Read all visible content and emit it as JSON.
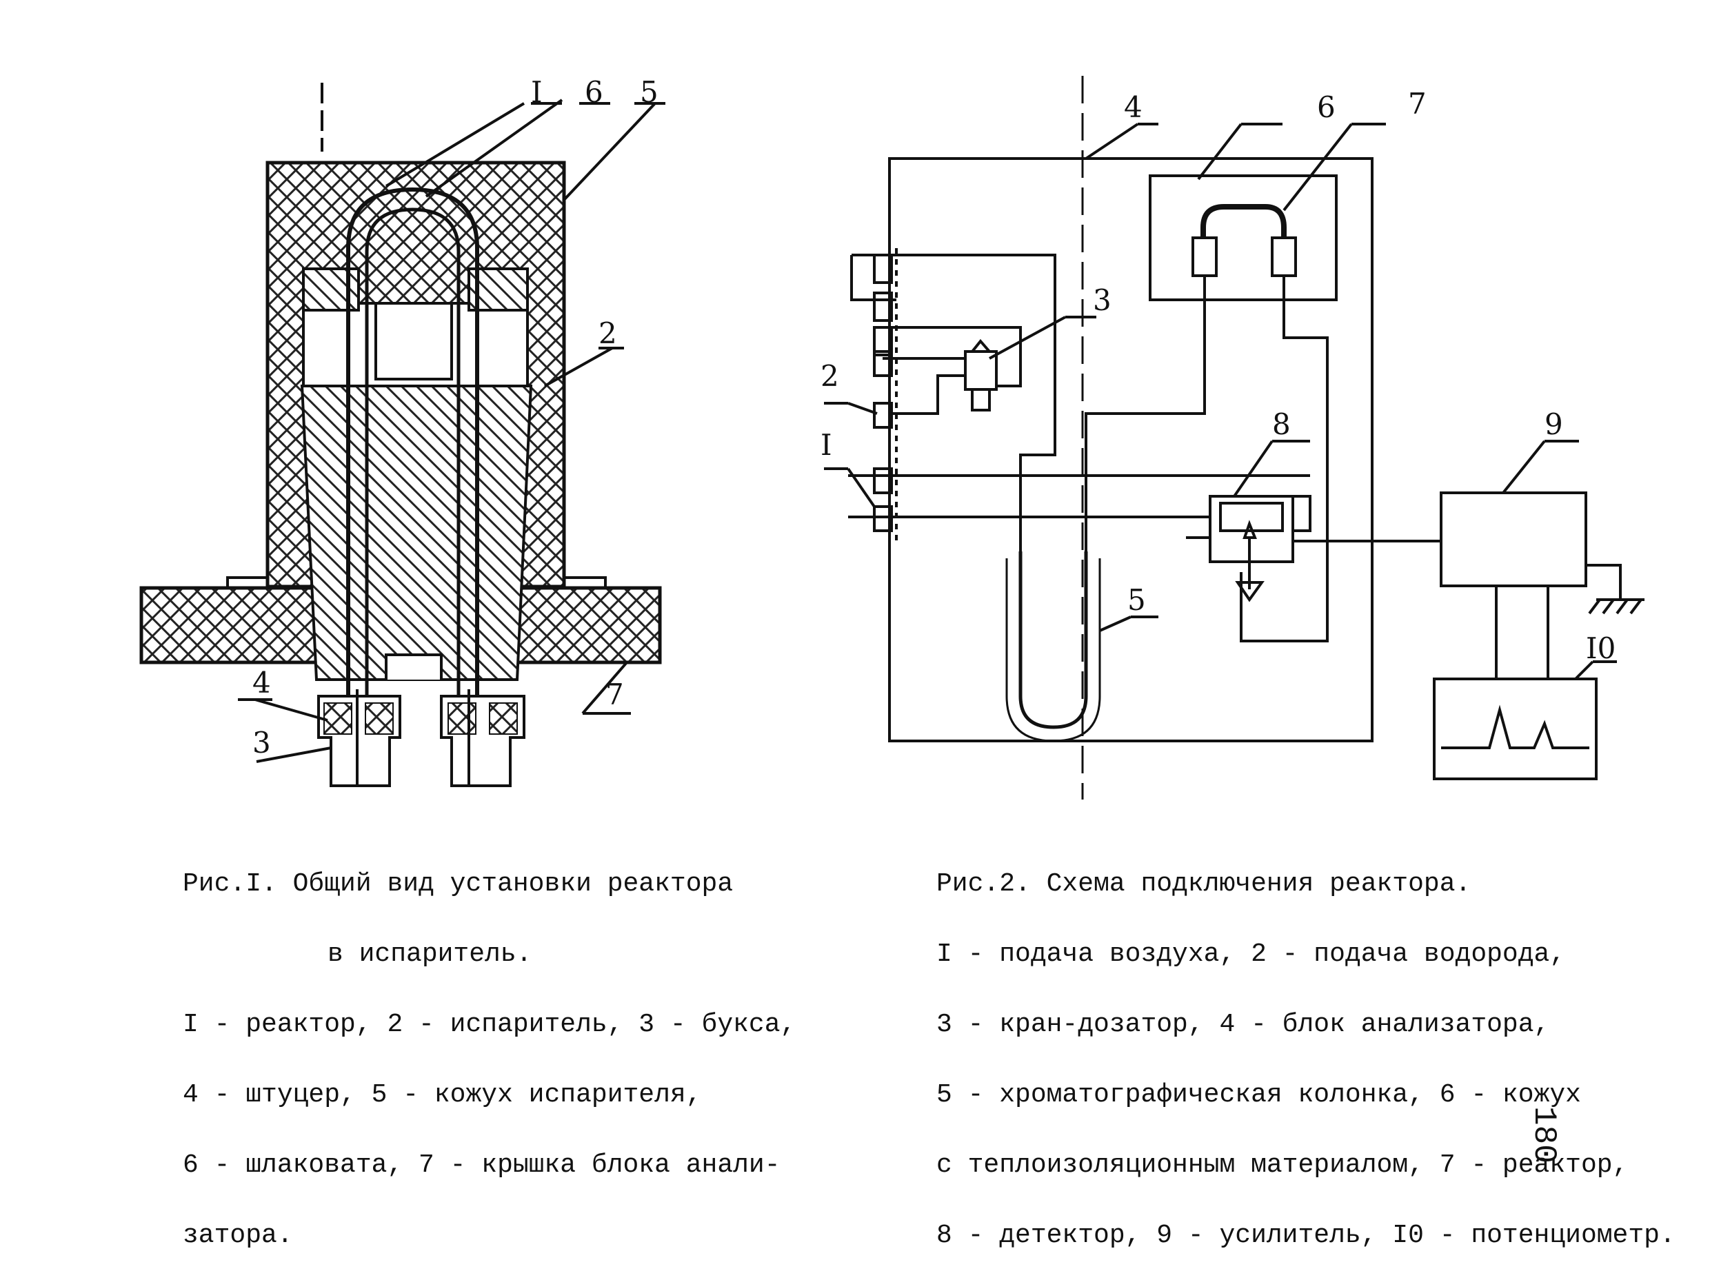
{
  "figure1": {
    "labels": {
      "l1": "I",
      "l6": "6",
      "l5": "5",
      "l2": "2",
      "l4": "4",
      "l3": "3",
      "l7": "7"
    },
    "caption": {
      "title": "Рис.I. Общий вид установки реактора",
      "title_cont": "в испаритель.",
      "lines": [
        "I - реактор, 2 - испаритель, 3 - букса,",
        "4 - штуцер, 5 - кожух испарителя,",
        "6 - шлаковата, 7 - крышка блока анали-",
        "затора."
      ]
    }
  },
  "figure2": {
    "labels": {
      "l4": "4",
      "l6": "6",
      "l7": "7",
      "l3": "3",
      "l2": "2",
      "l1": "I",
      "l8": "8",
      "l9": "9",
      "l5": "5",
      "l10": "I0"
    },
    "caption": {
      "title": "Рис.2. Схема подключения реактора.",
      "lines": [
        "I - подача воздуха, 2 - подача водорода,",
        "3 - кран-дозатор, 4 - блок анализатора,",
        "5 - хроматографическая колонка, 6 - кожух",
        "с теплоизоляционным материалом, 7 - реактор,",
        "8 - детектор, 9 - усилитель, I0 - потенциометр."
      ]
    }
  },
  "page_number": "180"
}
